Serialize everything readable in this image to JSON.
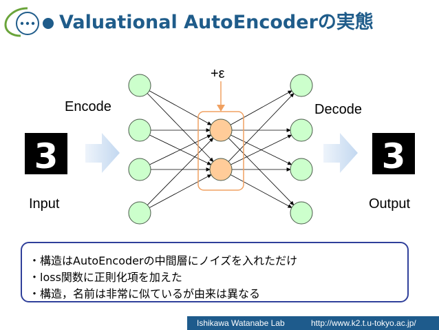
{
  "title": "Valuational AutoEncoderの実態",
  "diagram": {
    "noise_label": "+ε",
    "encode_label": "Encode",
    "decode_label": "Decode",
    "input_label": "Input",
    "output_label": "Output",
    "input_digit": "3",
    "output_digit": "3"
  },
  "notes": [
    "・構造はAutoEncoderの中間層にノイズを入れただけ",
    "・loss関数に正則化項を加えた",
    "・構造，名前は非常に似ているが由来は異なる"
  ],
  "footer": {
    "lab": "Ishikawa Watanabe Lab",
    "url": "http://www.k2.t.u-tokyo.ac.jp/"
  },
  "colors": {
    "title": "#1f5c8a",
    "node_fill": "#ccffcc",
    "hidden_fill": "#ffcc99",
    "hidden_border": "#f0a060",
    "arrow_fill": "#cfe0f4",
    "footer_bg": "#1e5b8c",
    "notes_border": "#2f3f9a"
  }
}
